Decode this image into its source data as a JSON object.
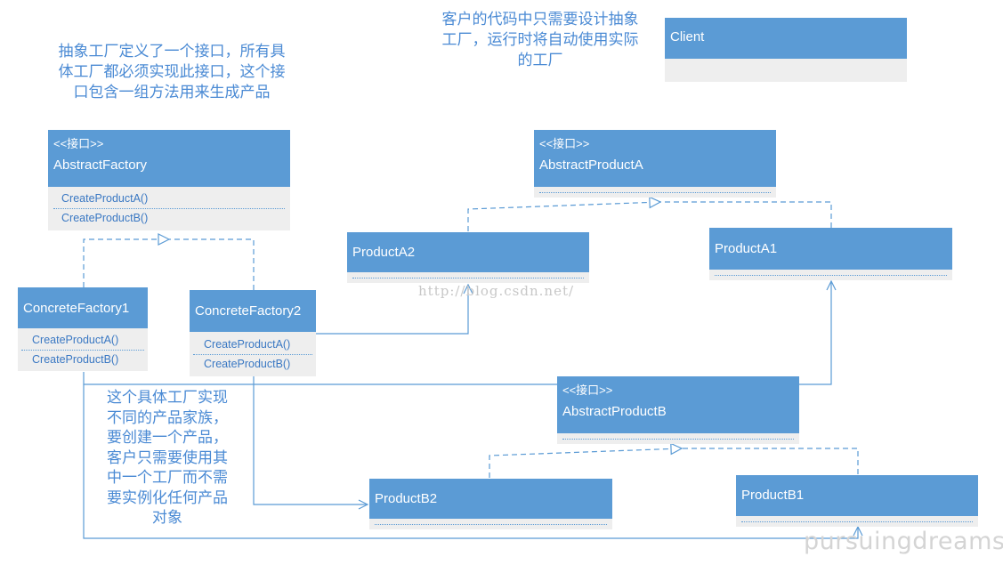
{
  "notes": {
    "top_left": [
      "抽象工厂定义了一个接口，所有具",
      "体工厂都必须实现此接口，这个接",
      "口包含一组方法用来生成产品"
    ],
    "top_center": [
      "客户的代码中只需要设计抽象",
      "工厂，运行时将自动使用实际",
      "的工厂"
    ],
    "bottom_left": [
      "这个具体工厂实现",
      "不同的产品家族，",
      "要创建一个产品，",
      "客户只需要使用其",
      "中一个工厂而不需",
      "要实例化任何产品",
      "对象"
    ]
  },
  "classes": {
    "client": {
      "name": "Client"
    },
    "abstract_factory": {
      "stereotype": "<<接口>>",
      "name": "AbstractFactory",
      "methods": [
        "CreateProductA()",
        "CreateProductB()"
      ]
    },
    "concrete_factory1": {
      "name": "ConcreteFactory1",
      "methods": [
        "CreateProductA()",
        "CreateProductB()"
      ]
    },
    "concrete_factory2": {
      "name": "ConcreteFactory2",
      "methods": [
        "CreateProductA()",
        "CreateProductB()"
      ]
    },
    "abstract_product_a": {
      "stereotype": "<<接口>>",
      "name": "AbstractProductA"
    },
    "product_a2": {
      "name": "ProductA2"
    },
    "product_a1": {
      "name": "ProductA1"
    },
    "abstract_product_b": {
      "stereotype": "<<接口>>",
      "name": "AbstractProductB"
    },
    "product_b2": {
      "name": "ProductB2"
    },
    "product_b1": {
      "name": "ProductB1"
    }
  },
  "watermark": "http://blog.csdn.net/",
  "signature": "pursuingdreams",
  "colors": {
    "class_header": "#5b9bd5",
    "class_body": "#eeeeee",
    "connector": "#5b9bd5",
    "note_text": "#4a8ad4"
  }
}
